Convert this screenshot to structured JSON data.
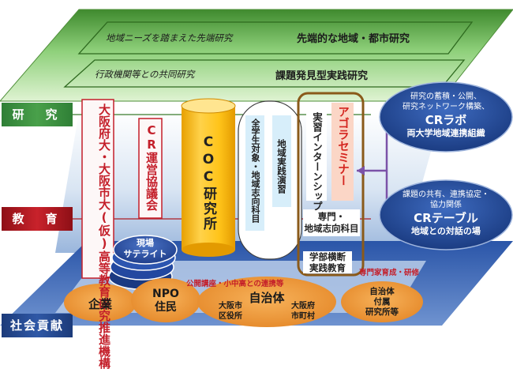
{
  "side_labels": {
    "research": "研　究",
    "education": "教　育",
    "social": "社会貢献"
  },
  "top_layer": {
    "row1_left": "地域ニーズを踏まえた先端研究",
    "row1_right": "先端的な地域・都市研究",
    "row2_left": "行政機関等との共同研究",
    "row2_right": "課題発見型実践研究"
  },
  "osaka_org": "大阪府大・大阪市大(仮)高等教育研究推進機構",
  "cr_council": "CR運営協議会",
  "coc_center": "COC研究所",
  "subjects": {
    "all_students": "全学生対象・地域志向科目",
    "practice": "地域実践演習"
  },
  "agora": {
    "internship": "実習インターンシップ",
    "seminar": "アゴラセミナー"
  },
  "specialty": {
    "line1": "専門・",
    "line2": "地域志向科目"
  },
  "cross_faculty": {
    "line1": "学部横断",
    "line2": "実践教育"
  },
  "satellite": {
    "line1": "現場",
    "line2": "サテライト"
  },
  "cr_lab": {
    "desc1": "研究の蓄積・公開、",
    "desc2": "研究ネットワーク構築、",
    "title": "CRラボ",
    "sub": "両大学地域連携組織"
  },
  "cr_table": {
    "desc1": "課題の共有、連携協定・",
    "desc2": "協力関係",
    "title": "CRテーブル",
    "sub": "地域との対話の場"
  },
  "bottom_notes": {
    "public_lectures": "公開講座・小中高との連携等",
    "professional": "専門家育成・研修"
  },
  "partners": {
    "company": "企業",
    "npo1": "NPO",
    "npo2": "住民",
    "local_gov": "自治体",
    "osaka_city1": "大阪市",
    "osaka_city2": "区役所",
    "osaka_pref1": "大阪府",
    "osaka_pref2": "市町村",
    "inst1": "自治体",
    "inst2": "付属",
    "inst3": "研究所等"
  }
}
